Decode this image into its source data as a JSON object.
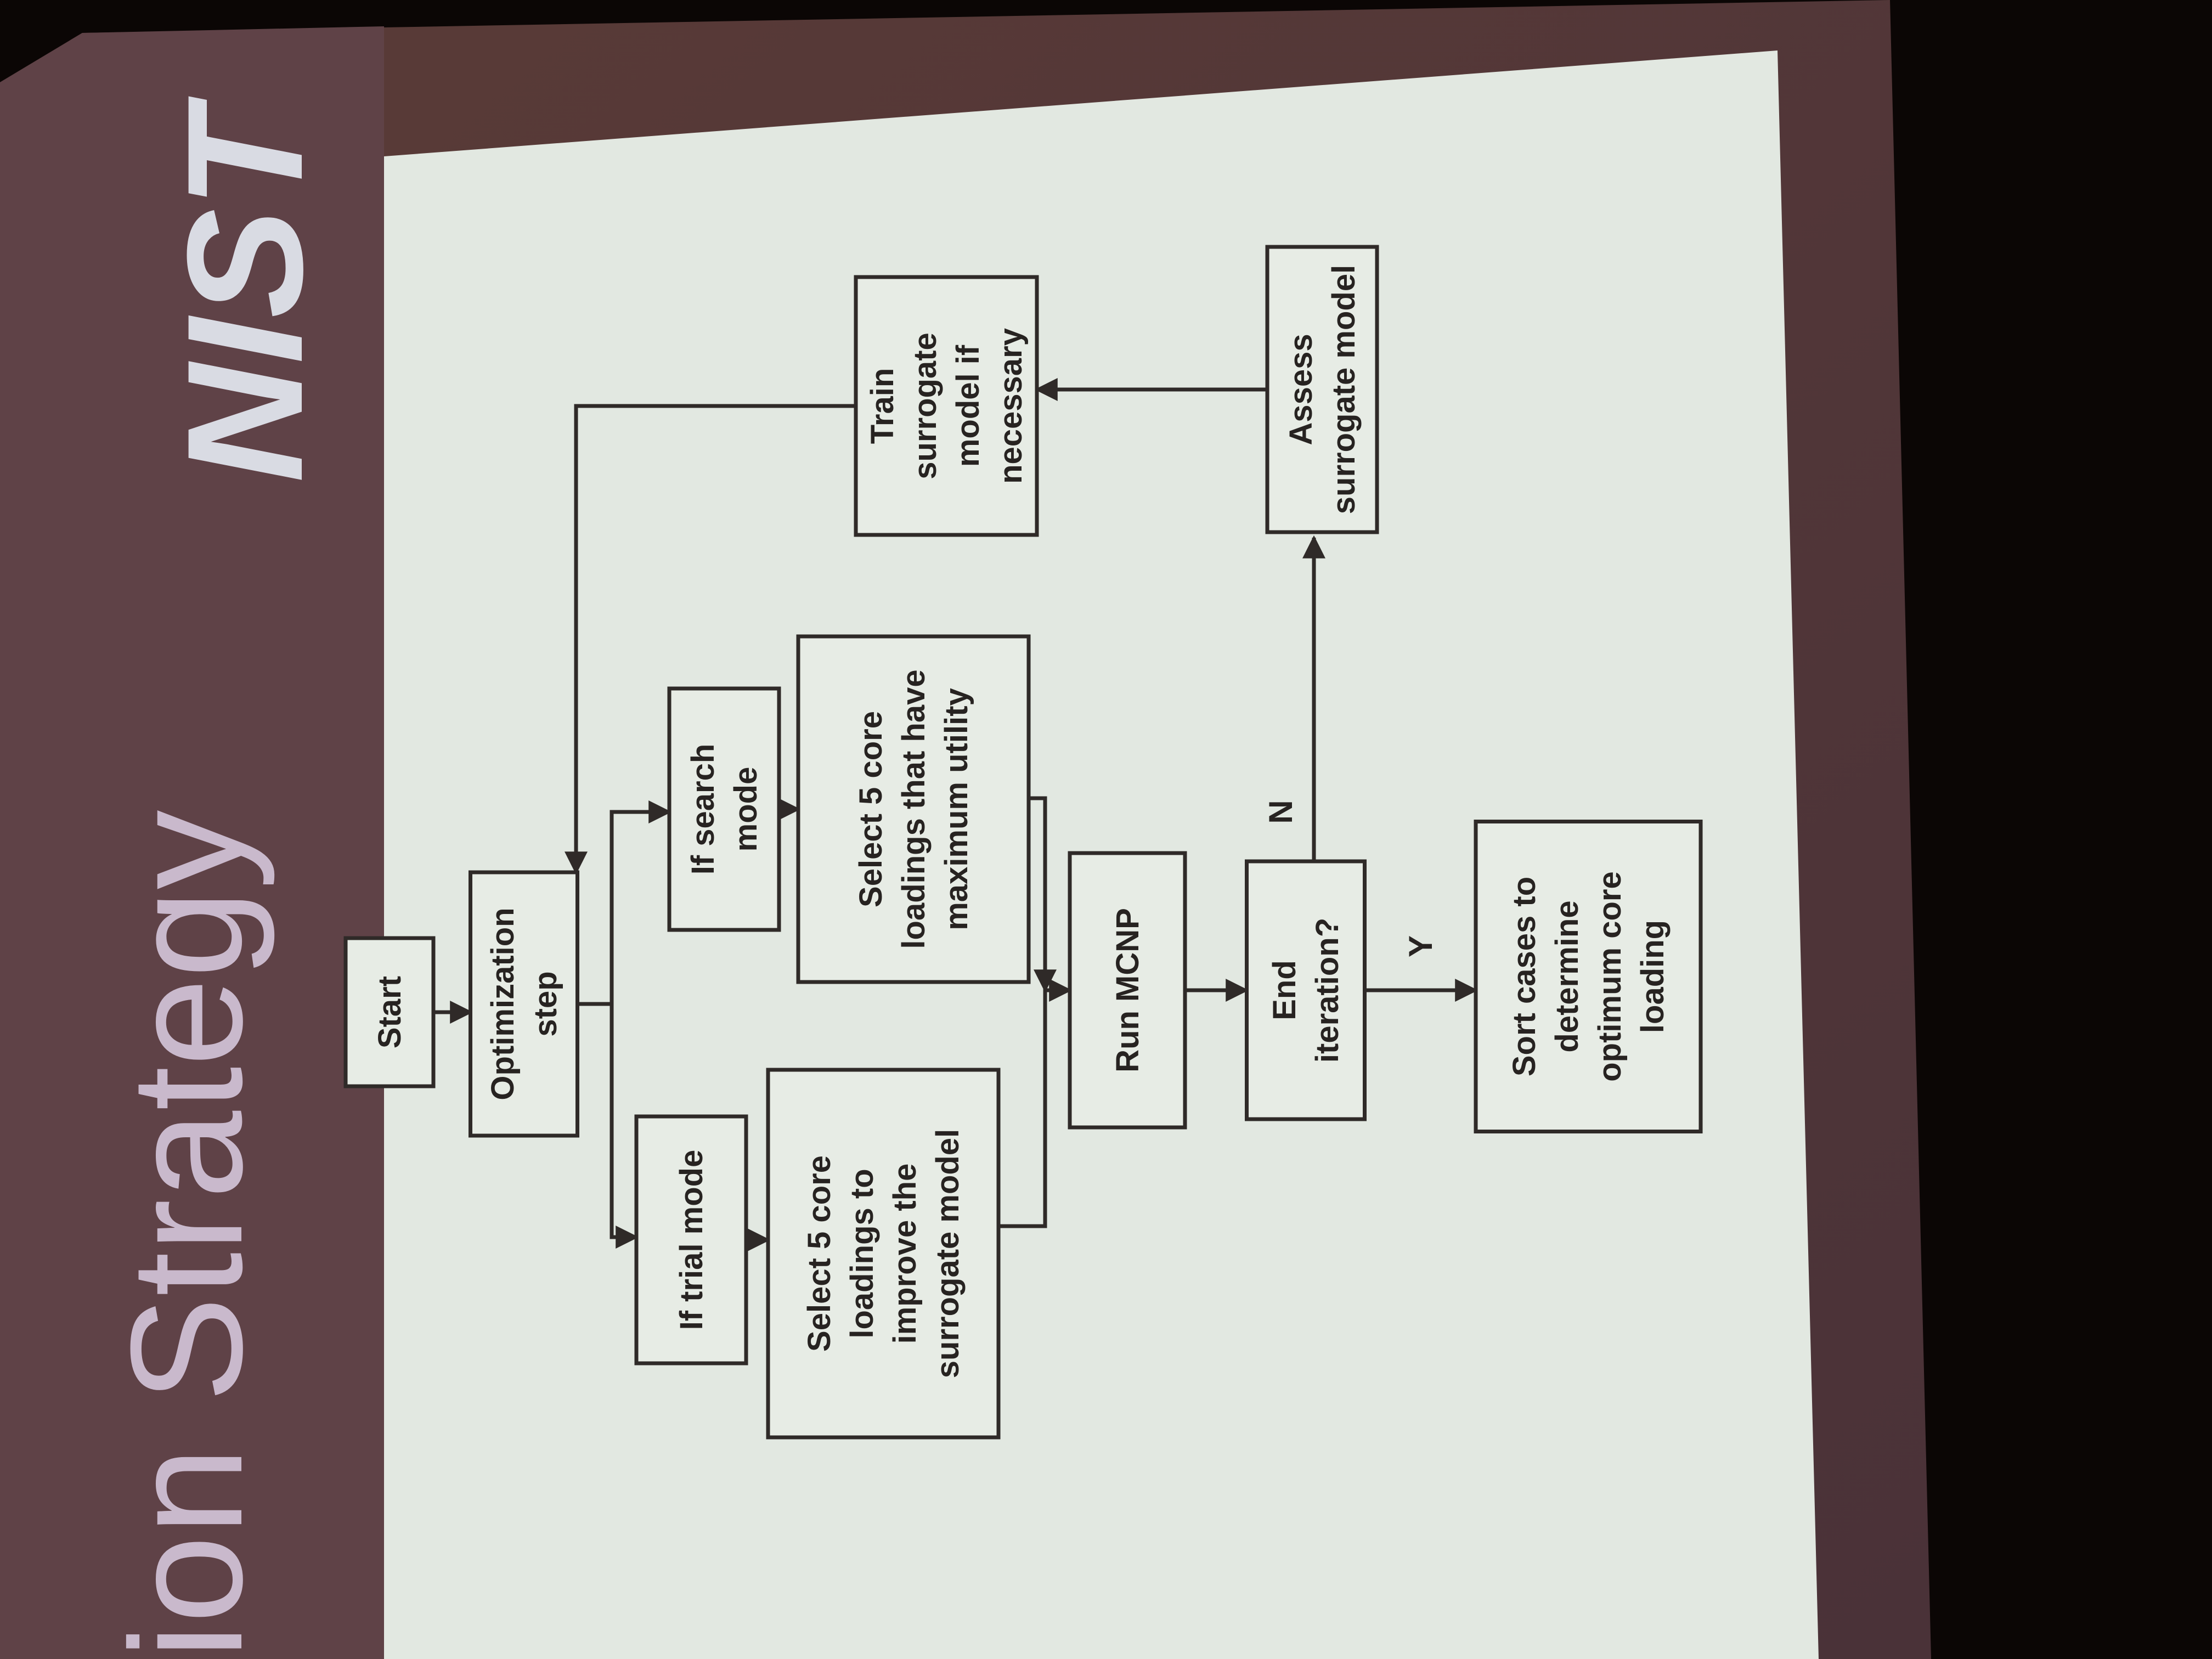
{
  "slide": {
    "title": "ion Strategy",
    "logo": "NIST"
  },
  "colors": {
    "frame": "#5b3e3e",
    "header_band": "#6b4b4f",
    "slide_background": "#e2e8e1",
    "box_stroke": "#2f2a28",
    "text": "#272321"
  },
  "nodes": [
    {
      "id": "start",
      "lines": [
        "Start"
      ]
    },
    {
      "id": "optimization-step",
      "lines": [
        "Optimization",
        "step"
      ]
    },
    {
      "id": "if-trial-mode",
      "lines": [
        "If trial mode"
      ]
    },
    {
      "id": "if-search-mode",
      "lines": [
        "If search",
        "mode"
      ]
    },
    {
      "id": "select-improve",
      "lines": [
        "Select 5 core",
        "loadings to",
        "improve the",
        "surrogate model"
      ]
    },
    {
      "id": "select-utility",
      "lines": [
        "Select 5 core",
        "loadings that have",
        "maximum utility"
      ]
    },
    {
      "id": "run-mcnp",
      "lines": [
        "Run MCNP"
      ]
    },
    {
      "id": "end-iteration",
      "lines": [
        "End",
        "iteration?"
      ]
    },
    {
      "id": "sort-cases",
      "lines": [
        "Sort cases to",
        "determine",
        "optimum core",
        "loading"
      ]
    },
    {
      "id": "assess-surrogate",
      "lines": [
        "Assess",
        "surrogate model"
      ]
    },
    {
      "id": "train-surrogate",
      "lines": [
        "Train",
        "surrogate",
        "model if",
        "necessary"
      ]
    }
  ],
  "edges": [
    {
      "from": "start",
      "to": "optimization-step"
    },
    {
      "from": "optimization-step",
      "to": "if-trial-mode"
    },
    {
      "from": "optimization-step",
      "to": "if-search-mode"
    },
    {
      "from": "if-trial-mode",
      "to": "select-improve"
    },
    {
      "from": "if-search-mode",
      "to": "select-utility"
    },
    {
      "from": "select-improve",
      "to": "run-mcnp"
    },
    {
      "from": "select-utility",
      "to": "run-mcnp"
    },
    {
      "from": "run-mcnp",
      "to": "end-iteration"
    },
    {
      "from": "end-iteration",
      "to": "sort-cases",
      "label": "Y"
    },
    {
      "from": "end-iteration",
      "to": "assess-surrogate",
      "label": "N"
    },
    {
      "from": "assess-surrogate",
      "to": "train-surrogate"
    },
    {
      "from": "train-surrogate",
      "to": "optimization-step"
    }
  ]
}
